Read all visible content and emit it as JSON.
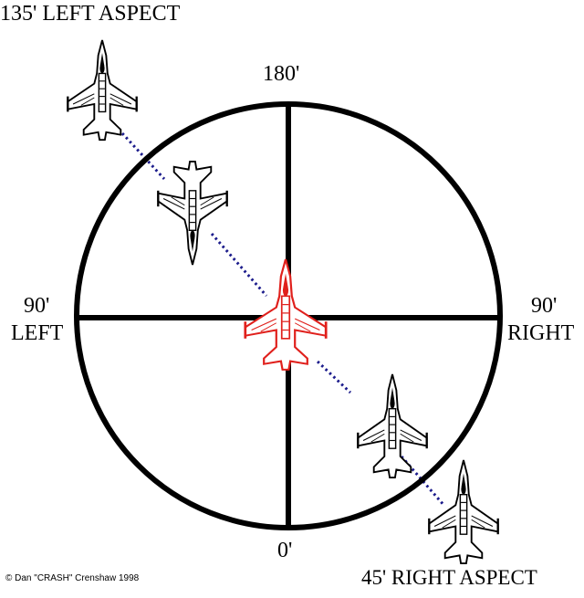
{
  "labels": {
    "top_left_aspect": "135' LEFT ASPECT",
    "bottom_right_aspect": "45' RIGHT ASPECT",
    "deg_180": "180'",
    "deg_0": "0'",
    "left_deg": "90'",
    "left_word": "LEFT",
    "right_deg": "90'",
    "right_word": "RIGHT",
    "copyright": "© Dan \"CRASH\" Crenshaw 1998"
  },
  "colors": {
    "circle": "#000000",
    "crosshair": "#000000",
    "own_aircraft": "#e0201c",
    "other_aircraft": "#000000",
    "los_dots": "#1c1c8c"
  },
  "aircraft": [
    {
      "name": "aircraft-135-left-aspect",
      "type": "bandit",
      "icon": "fighter-jet-icon"
    },
    {
      "name": "aircraft-135-left-near",
      "type": "bandit",
      "icon": "fighter-jet-icon"
    },
    {
      "name": "own-aircraft-center",
      "type": "own",
      "icon": "fighter-jet-icon"
    },
    {
      "name": "aircraft-45-right-near",
      "type": "bandit",
      "icon": "fighter-jet-icon"
    },
    {
      "name": "aircraft-45-right-aspect",
      "type": "bandit",
      "icon": "fighter-jet-icon"
    }
  ]
}
